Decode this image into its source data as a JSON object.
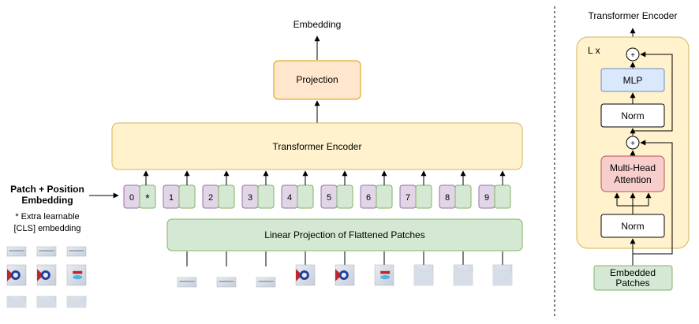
{
  "main": {
    "embedding_label": "Embedding",
    "projection_label": "Projection",
    "encoder_label": "Transformer Encoder",
    "linear_projection_label": "Linear Projection of Flattened Patches",
    "patch_position_line1": "Patch + Position",
    "patch_position_line2": "Embedding",
    "extra_note_line1": "* Extra learnable",
    "extra_note_line2": "[CLS] embedding",
    "token_positions": [
      "0",
      "1",
      "2",
      "3",
      "4",
      "5",
      "6",
      "7",
      "8",
      "9"
    ],
    "cls_marker": "*"
  },
  "encoder_detail": {
    "title": "Transformer Encoder",
    "repeat_label": "L x",
    "mlp_label": "MLP",
    "norm_label": "Norm",
    "attention_line1": "Multi-Head",
    "attention_line2": "Attention",
    "add_symbol": "+",
    "input_line1": "Embedded",
    "input_line2": "Patches"
  },
  "colors": {
    "projection_fill": "#ffe6cc",
    "projection_stroke": "#d79b00",
    "encoder_fill": "#fff2cc",
    "encoder_stroke": "#d6b656",
    "linear_fill": "#d5e8d4",
    "linear_stroke": "#82b366",
    "position_fill": "#e1d5e7",
    "position_stroke": "#9673a6",
    "mlp_fill": "#dae8fc",
    "mlp_stroke": "#6c8ebf",
    "attention_fill": "#f8cecc",
    "attention_stroke": "#b85450",
    "divider": "#000000"
  }
}
